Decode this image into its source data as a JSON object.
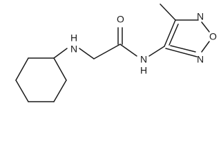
{
  "molecule": {
    "atoms": {
      "amine_n": "H",
      "amine_n_main": "N",
      "carbonyl_o": "O",
      "amide_n": "N",
      "amide_h": "H",
      "ring_o": "O",
      "ring_n_top": "N",
      "ring_n_bottom": "N"
    },
    "colors": {
      "bond": "#1a1a1a",
      "label": "#1a1a1a",
      "background": "#ffffff"
    }
  }
}
